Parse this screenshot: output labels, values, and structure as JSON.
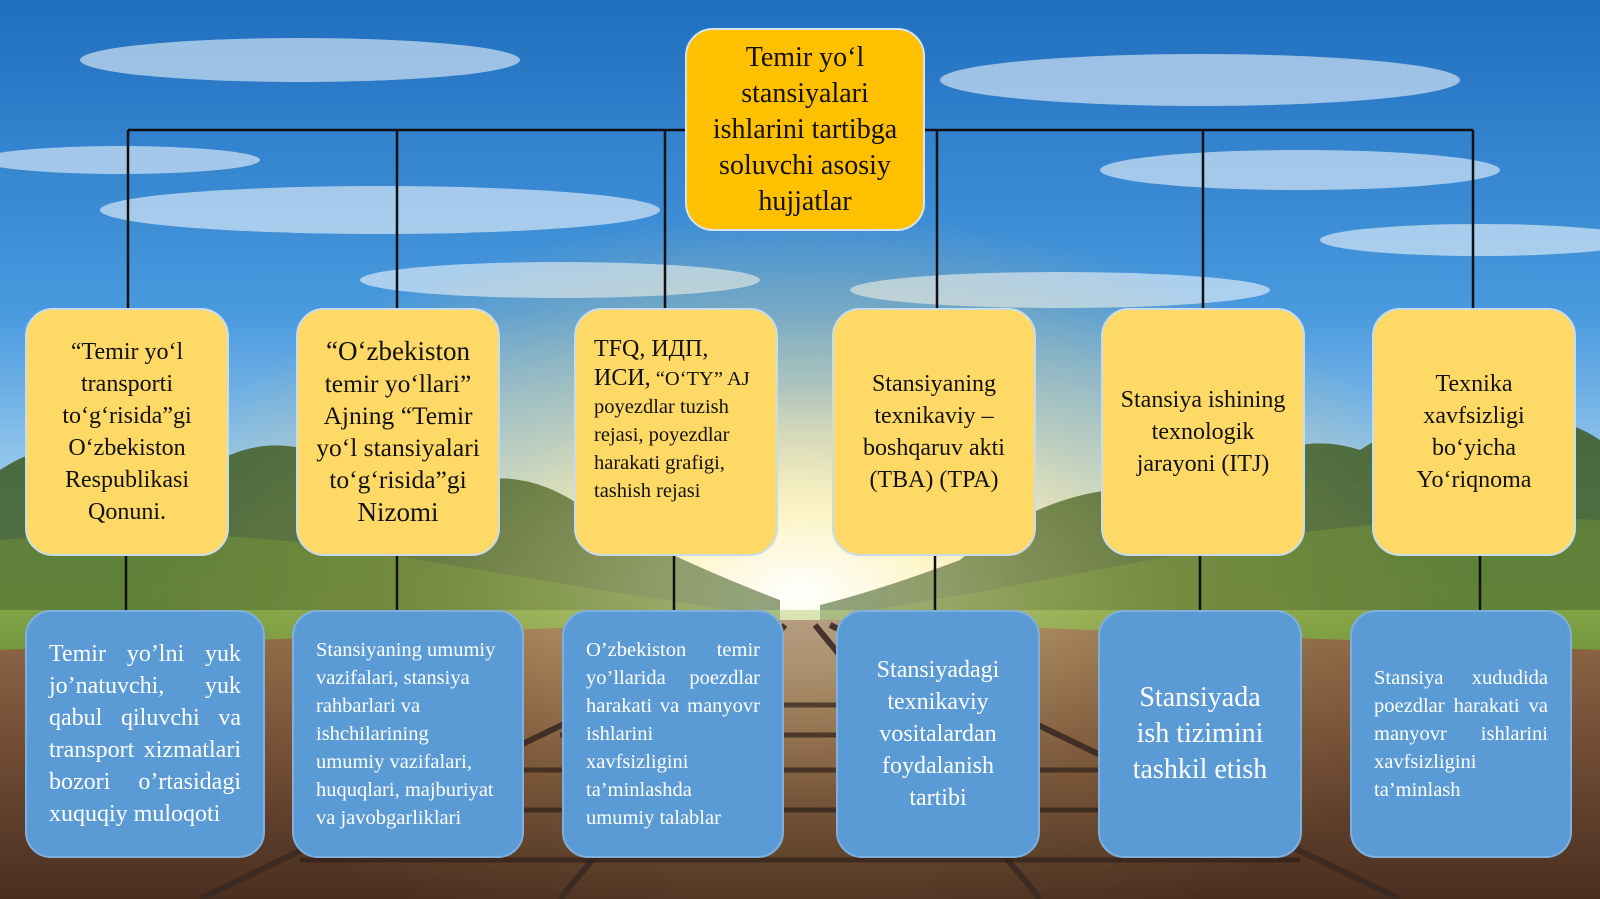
{
  "diagram": {
    "root": {
      "text": "Temir yo‘l stansiyalari ishlarini tartibga soluvchi asosiy hujjatlar",
      "color": "#FFC000"
    },
    "documents": [
      {
        "text": "“Temir yo‘l transporti to‘g‘risida”gi O‘zbekiston Respublikasi Qonuni.",
        "description": "Temir yo’lni yuk jo’natuvchi, yuk qabul qiluvchi va transport xizmatlari bozori o’rtasidagi xuquqiy muloqoti"
      },
      {
        "text_lines": [
          "“O‘zbekiston",
          "temir yo‘llari”",
          "Ajning",
          "“Temir yo‘l",
          "stansiyalari",
          "to‘g‘risida”gi",
          "Nizomi"
        ],
        "description": "Stansiyaning umumiy vazifalari, stansiya rahbarlari va ishchilarining umumiy vazifalari, huquqlari, majburiyat va javobgarliklari"
      },
      {
        "text_lead": "TFQ, ИДП, ИСИ,",
        "text_tag": "“O‘TY”",
        "text_rest": "AJ poyezdlar tuzish rejasi, poyezdlar harakati grafigi, tashish rejasi",
        "description": "O’zbekiston temir yo’llarida poezdlar harakati va manyovr ishlarini xavfsizligini ta’minlashda umumiy talablar"
      },
      {
        "text_lines": [
          "Stansiyaning",
          "texnikaviy –",
          "boshqaruv akti",
          "(TBA)",
          "(TPA)"
        ],
        "description": "Stansiyadagi texnikaviy vositalardan foydalanish tartibi"
      },
      {
        "text": "Stansiya ishining texnologik jarayoni (ITJ)",
        "description": "Stansiyada ish tizimini tashkil etish"
      },
      {
        "text": "Texnika xavfsizligi bo‘yicha Yo‘riqnoma",
        "description": "Stansiya xududida poezdlar harakati va manyovr ishlarini xavfsizligini ta’minlash"
      }
    ],
    "colors": {
      "document_box": "#FFD966",
      "description_box": "#5B9BD5",
      "connector": "#111111"
    }
  }
}
